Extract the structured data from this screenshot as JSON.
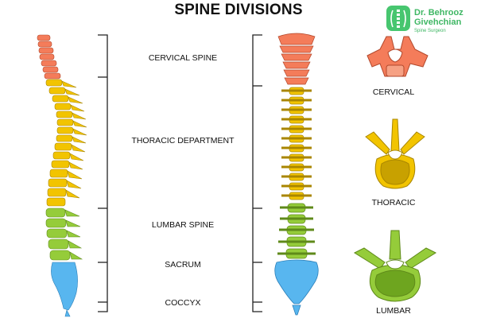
{
  "title": "SPINE DIVISIONS",
  "logo": {
    "line1": "Dr. Behrooz",
    "line2": "Givehchian",
    "tagline": "Spine Surgeon"
  },
  "sections": {
    "cervical": "CERVICAL SPINE",
    "thoracic": "THORACIC DEPARTMENT",
    "lumbar": "LUMBAR SPINE",
    "sacrum": "SACRUM",
    "coccyx": "COCCYX"
  },
  "vertebra_types": {
    "cervical": "CERVICAL",
    "thoracic": "THORACIC",
    "lumbar": "LUMBAR"
  },
  "colors": {
    "cervical": "#f47c5a",
    "thoracic": "#f2c400",
    "lumbar": "#95cc3a",
    "sacrum": "#58b6ef",
    "outline": "#333333"
  }
}
